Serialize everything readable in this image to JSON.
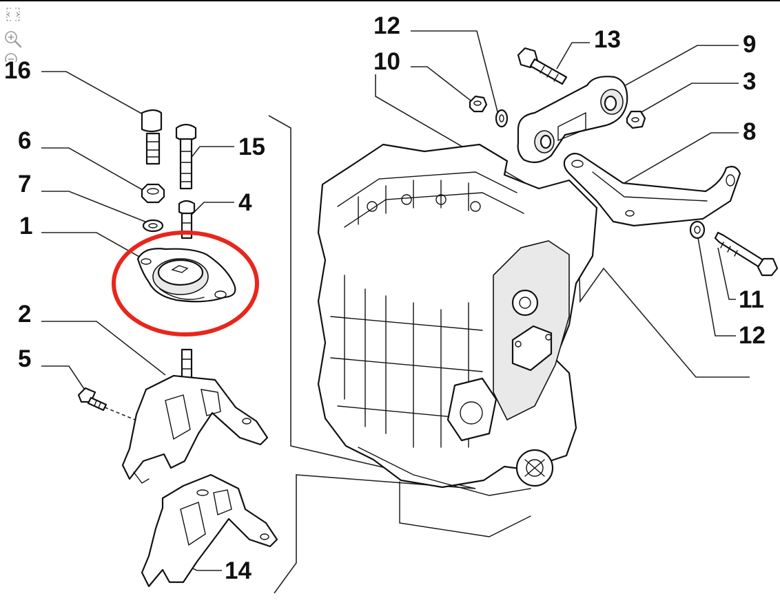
{
  "callouts": {
    "c16": "16",
    "c6": "6",
    "c15": "15",
    "c7": "7",
    "c4": "4",
    "c1": "1",
    "c2": "2",
    "c5": "5",
    "c14": "14",
    "c12_top": "12",
    "c10": "10",
    "c13": "13",
    "c9": "9",
    "c3": "3",
    "c8": "8",
    "c11": "11",
    "c12_bottom": "12"
  },
  "highlight": {
    "color": "#e8261c",
    "target_part": "1"
  },
  "icons": {
    "fit": "fit-screen-icon",
    "zoom_in": "zoom-in-icon",
    "zoom_out": "zoom-out-icon"
  }
}
